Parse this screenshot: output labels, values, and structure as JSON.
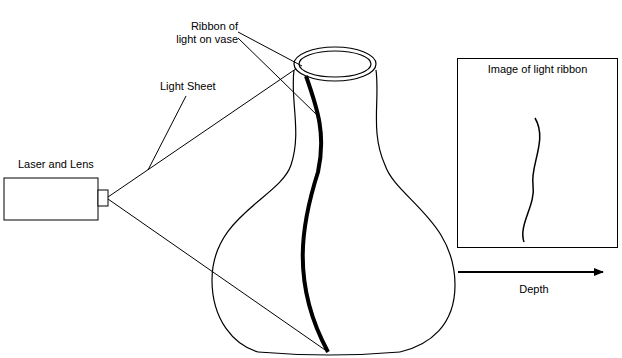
{
  "diagram": {
    "nodes": [
      {
        "text": [
          "Laser and Lens"
        ]
      },
      {
        "text": [
          "Image of light ribbon"
        ]
      }
    ],
    "labels": [
      "Ribbon of light on vase",
      "Light Sheet",
      "Depth"
    ]
  }
}
